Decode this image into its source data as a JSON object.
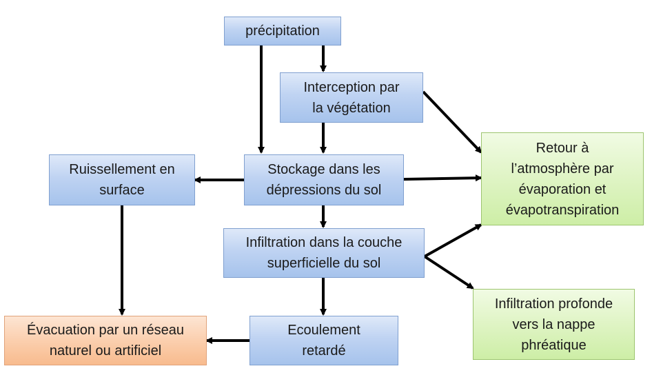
{
  "nodes": {
    "precipitation": "précipitation",
    "interception": "Interception par\nla végétation",
    "stockage": "Stockage dans les\ndépressions du sol",
    "ruissellement": "Ruissellement en\nsurface",
    "retour": "Retour à\nl’atmosphère par\névaporation et\névapotranspiration",
    "infiltration_sup": "Infiltration dans la couche\nsuperficielle du sol",
    "infiltration_prof": "Infiltration profonde\nvers la nappe\nphréatique",
    "ecoulement": "Ecoulement\nretardé",
    "evacuation": "Évacuation par un réseau\nnaturel ou artificiel"
  },
  "colors": {
    "process_fill": "#bfd3f2",
    "return_fill": "#dff4c4",
    "output_fill": "#fbcfae",
    "arrow": "#000000"
  },
  "edges": [
    {
      "from": "precipitation",
      "to": "interception"
    },
    {
      "from": "precipitation",
      "to": "stockage"
    },
    {
      "from": "interception",
      "to": "stockage"
    },
    {
      "from": "interception",
      "to": "retour"
    },
    {
      "from": "stockage",
      "to": "ruissellement"
    },
    {
      "from": "stockage",
      "to": "retour"
    },
    {
      "from": "stockage",
      "to": "infiltration_sup"
    },
    {
      "from": "ruissellement",
      "to": "evacuation"
    },
    {
      "from": "infiltration_sup",
      "to": "retour"
    },
    {
      "from": "infiltration_sup",
      "to": "infiltration_prof"
    },
    {
      "from": "infiltration_sup",
      "to": "ecoulement"
    },
    {
      "from": "ecoulement",
      "to": "evacuation"
    }
  ]
}
